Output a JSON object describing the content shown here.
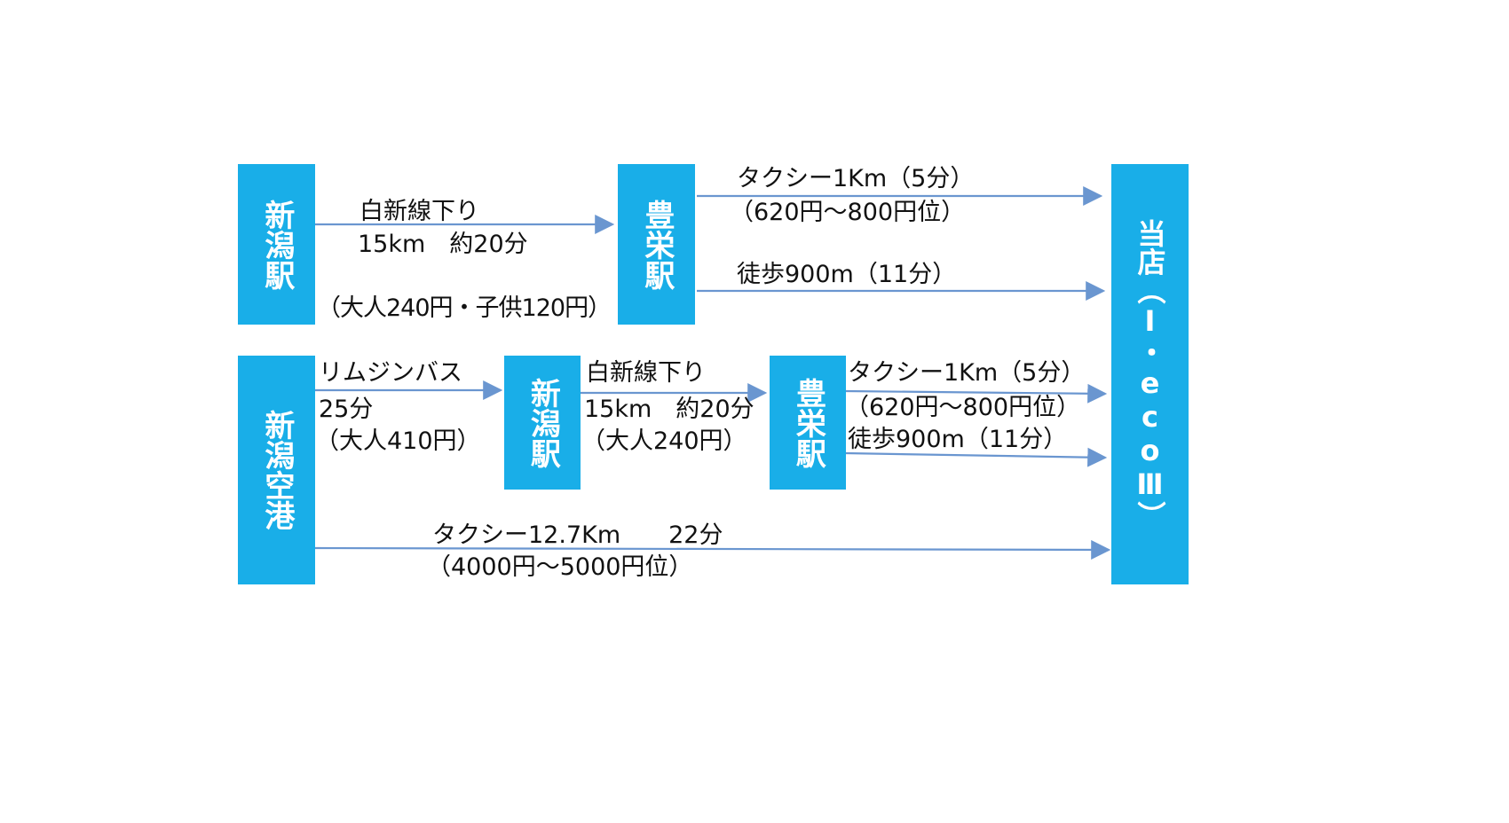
{
  "colors": {
    "box": "#19aee8",
    "arrow": "#6a96d0",
    "text": "#111111"
  },
  "stations": {
    "niigata_station": "新潟駅",
    "toyosakae_station_top": "豊栄駅",
    "niigata_airport": "新潟空港",
    "niigata_station_mid": "新潟駅",
    "toyosakae_station_mid": "豊栄駅",
    "destination": "当店（I・ecoⅢ）"
  },
  "labels": {
    "hakushin_line_top": "白新線下り",
    "distance_time_top": "15km　約20分",
    "fare_top": "（大人240円・子供120円）",
    "taxi_top": "タクシー1Km（5分）",
    "taxi_fare_top": "（620円～800円位）",
    "walk_top": "徒歩900m（11分）",
    "limousine_bus": "リムジンバス",
    "bus_time": "25分",
    "bus_fare": "（大人410円）",
    "hakushin_line_mid": "白新線下り",
    "distance_time_mid": "15km　約20分",
    "fare_mid": "（大人240円）",
    "taxi_mid": "タクシー1Km（5分）",
    "taxi_fare_mid": "（620円～800円位）",
    "walk_mid": "徒歩900m（11分）",
    "taxi_airport": "タクシー12.7Km　　22分",
    "taxi_fare_airport": "（4000円～5000円位）"
  }
}
